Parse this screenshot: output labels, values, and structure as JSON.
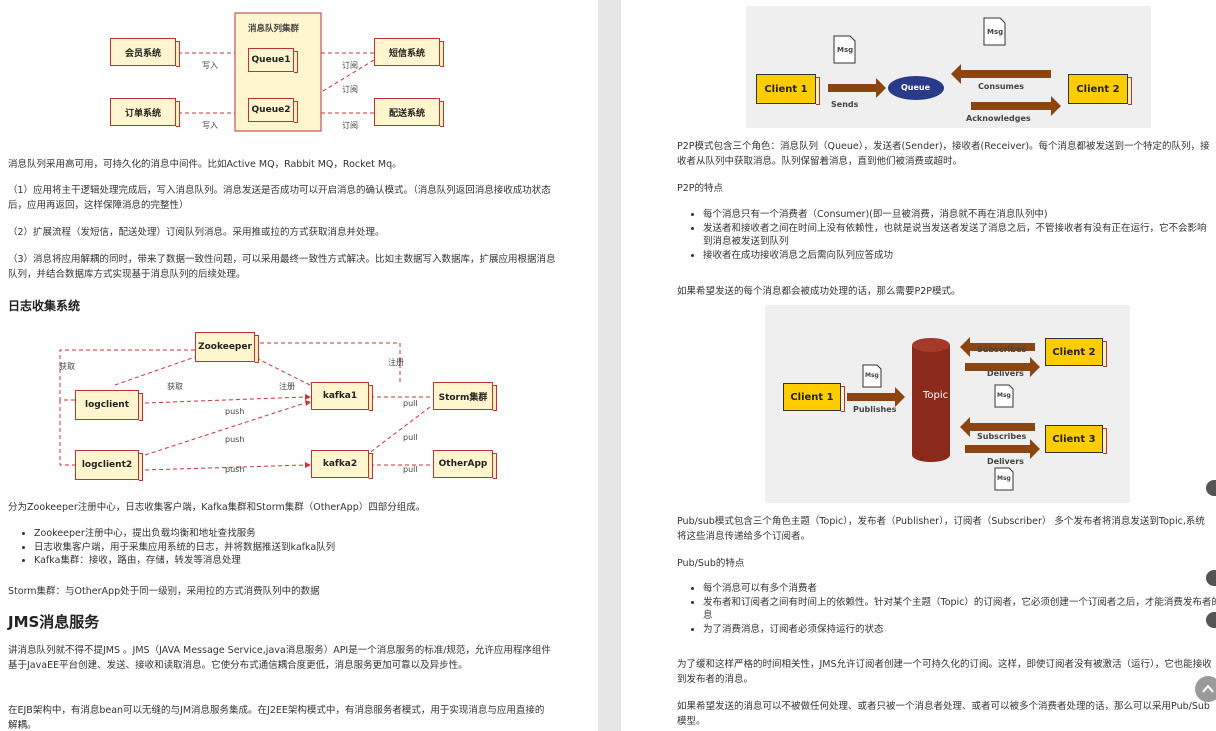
{
  "left": {
    "diagram1": {
      "cluster_title": "消息队列集群",
      "boxes": {
        "member": "会员系统",
        "order": "订单系统",
        "queue1": "Queue1",
        "queue2": "Queue2",
        "sms": "短信系统",
        "delivery": "配送系统"
      },
      "labels": {
        "write1": "写入",
        "write2": "写入",
        "sub1": "订阅",
        "sub2": "订阅",
        "sub3": "订阅"
      }
    },
    "para1": "消息队列采用高可用，可持久化的消息中间件。比如Active MQ，Rabbit MQ，Rocket Mq。",
    "para2": "（1）应用将主干逻辑处理完成后，写入消息队列。消息发送是否成功可以开启消息的确认模式。（消息队列返回消息接收成功状态后，应用再返回，这样保障消息的完整性）",
    "para3": "（2）扩展流程（发短信，配送处理）订阅队列消息。采用推或拉的方式获取消息并处理。",
    "para4": "（3）消息将应用解耦的同时，带来了数据一致性问题，可以采用最终一致性方式解决。比如主数据写入数据库，扩展应用根据消息队列，并结合数据库方式实现基于消息队列的后续处理。",
    "heading_log": "日志收集系统",
    "diagram2": {
      "boxes": {
        "zookeeper": "Zookeeper",
        "logclient": "logclient",
        "logclient2": "logclient2",
        "kafka1": "kafka1",
        "kafka2": "kafka2",
        "storm": "Storm集群",
        "otherapp": "OtherApp"
      },
      "labels": {
        "get1": "获取",
        "get2": "获取",
        "reg1": "注册",
        "reg2": "注册",
        "push1": "push",
        "push2": "push",
        "push3": "push",
        "pull1": "pull",
        "pull2": "pull",
        "pull3": "pull"
      }
    },
    "para5": "分为Zookeeper注册中心，日志收集客户端，Kafka集群和Storm集群（OtherApp）四部分组成。",
    "list1": [
      "Zookeeper注册中心，提出负载均衡和地址查找服务",
      "日志收集客户端，用于采集应用系统的日志，并将数据推送到kafka队列",
      "Kafka集群：接收，路由，存储，转发等消息处理"
    ],
    "para6": "Storm集群：与OtherApp处于同一级别，采用拉的方式消费队列中的数据",
    "heading_jms": "JMS消息服务",
    "para7": "讲消息队列就不得不提JMS 。JMS（JAVA Message Service,java消息服务）API是一个消息服务的标准/规范，允许应用程序组件基于JavaEE平台创建、发送、接收和读取消息。它使分布式通信耦合度更低，消息服务更加可靠以及异步性。",
    "para8": "在EJB架构中，有消息bean可以无缝的与JM消息服务集成。在J2EE架构模式中，有消息服务者模式，用于实现消息与应用直接的解耦。"
  },
  "right": {
    "p2p_diagram": {
      "client1": "Client 1",
      "client2": "Client 2",
      "queue": "Queue",
      "msg": "Msg",
      "sends": "Sends",
      "consumes": "Consumes",
      "acknowledges": "Acknowledges"
    },
    "para1": "P2P模式包含三个角色：消息队列（Queue），发送者(Sender)，接收者(Receiver)。每个消息都被发送到一个特定的队列，接收者从队列中获取消息。队列保留着消息，直到他们被消费或超时。",
    "p2p_title": "P2P的特点",
    "list1": [
      "每个消息只有一个消费者（Consumer)(即一旦被消费，消息就不再在消息队列中)",
      "发送者和接收者之间在时间上没有依赖性，也就是说当发送者发送了消息之后，不管接收者有没有正在运行，它不会影响到消息被发送到队列",
      "接收者在成功接收消息之后需向队列应答成功"
    ],
    "para2": "如果希望发送的每个消息都会被成功处理的话，那么需要P2P模式。",
    "pubsub_diagram": {
      "client1": "Client 1",
      "client2": "Client 2",
      "client3": "Client 3",
      "topic": "Topic",
      "msg": "Msg",
      "publishes": "Publishes",
      "subscribes": "Subscribes",
      "delivers": "Delivers"
    },
    "para3": "Pub/sub模式包含三个角色主题（Topic），发布者（Publisher），订阅者（Subscriber） 多个发布者将消息发送到Topic,系统将这些消息传递给多个订阅者。",
    "pubsub_title": "Pub/Sub的特点",
    "list2": [
      "每个消息可以有多个消费者",
      "发布者和订阅者之间有时间上的依赖性。针对某个主题（Topic）的订阅者，它必须创建一个订阅者之后，才能消费发布者的消息",
      "为了消费消息，订阅者必须保持运行的状态"
    ],
    "para4": "为了缓和这样严格的时间相关性，JMS允许订阅者创建一个可持久化的订阅。这样，即使订阅者没有被激活（运行），它也能接收到发布者的消息。",
    "para5": "如果希望发送的消息可以不被做任何处理、或者只被一个消息者处理、或者可以被多个消费者处理的话，那么可以采用Pub/Sub模型。"
  }
}
